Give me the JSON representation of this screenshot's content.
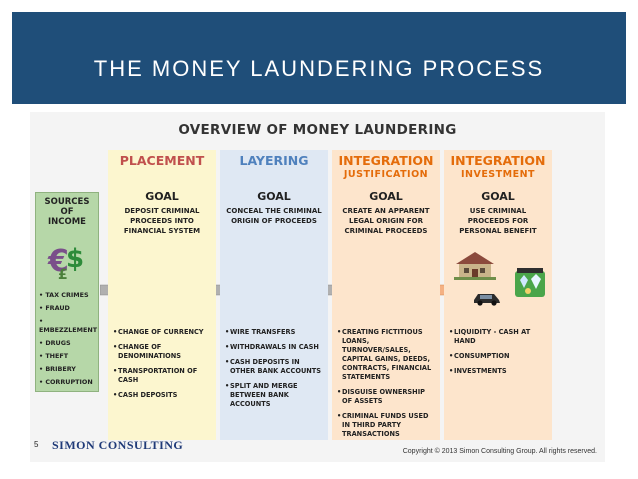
{
  "slide": {
    "title": "THE MONEY LAUNDERING PROCESS",
    "title_bar_color": "#1f4e79"
  },
  "diagram": {
    "heading": "OVERVIEW OF MONEY LAUNDERING",
    "sources": {
      "title": "SOURCES\nOF\nINCOME",
      "icon": "currency-symbols-icon",
      "items": [
        "Tax Crimes",
        "Fraud",
        "Embezzlement",
        "Drugs",
        "Theft",
        "Bribery",
        "Corruption"
      ]
    },
    "arrow_icon": "chevron-arrow-icon",
    "columns": [
      {
        "heading": "PLACEMENT",
        "subheading": "",
        "heading_color": "#c0504d",
        "fill": "#fcf6cf",
        "goal_label": "GOAL",
        "goal": "Deposit Criminal Proceeds into Financial System",
        "items": [
          "Change of Currency",
          "Change of Denominations",
          "Transportation of Cash",
          "Cash Deposits"
        ]
      },
      {
        "heading": "LAYERING",
        "subheading": "",
        "heading_color": "#4f81bd",
        "fill": "#dfe8f3",
        "goal_label": "GOAL",
        "goal": "Conceal the Criminal Origin of Proceeds",
        "items": [
          "Wire Transfers",
          "Withdrawals in Cash",
          "Cash Deposits in Other Bank Accounts",
          "Split and Merge Between Bank Accounts"
        ]
      },
      {
        "heading": "INTEGRATION",
        "subheading": "JUSTIFICATION",
        "heading_color": "#e46c0a",
        "fill": "#fde5cc",
        "goal_label": "GOAL",
        "goal": "Create an Apparent Legal Origin for Criminal Proceeds",
        "items": [
          "Creating Fictitious Loans, Turnover/Sales, Capital Gains, Deeds, Contracts, Financial Statements",
          "Disguise Ownership of Assets",
          "Criminal Funds Used in Third Party Transactions"
        ]
      },
      {
        "heading": "INTEGRATION",
        "subheading": "INVESTMENT",
        "heading_color": "#e46c0a",
        "fill": "#fde5cc",
        "goal_label": "GOAL",
        "goal": "Use Criminal Proceeds for Personal Benefit",
        "items": [
          "Liquidity - Cash at Hand",
          "Consumption",
          "Investments"
        ],
        "asset_icons": [
          "house-icon",
          "car-icon",
          "gems-icon"
        ]
      }
    ],
    "footer": {
      "page_number": "5",
      "logo": "SIMON CONSULTING",
      "copyright": "Copyright © 2013 Simon Consulting Group. All rights reserved."
    }
  }
}
